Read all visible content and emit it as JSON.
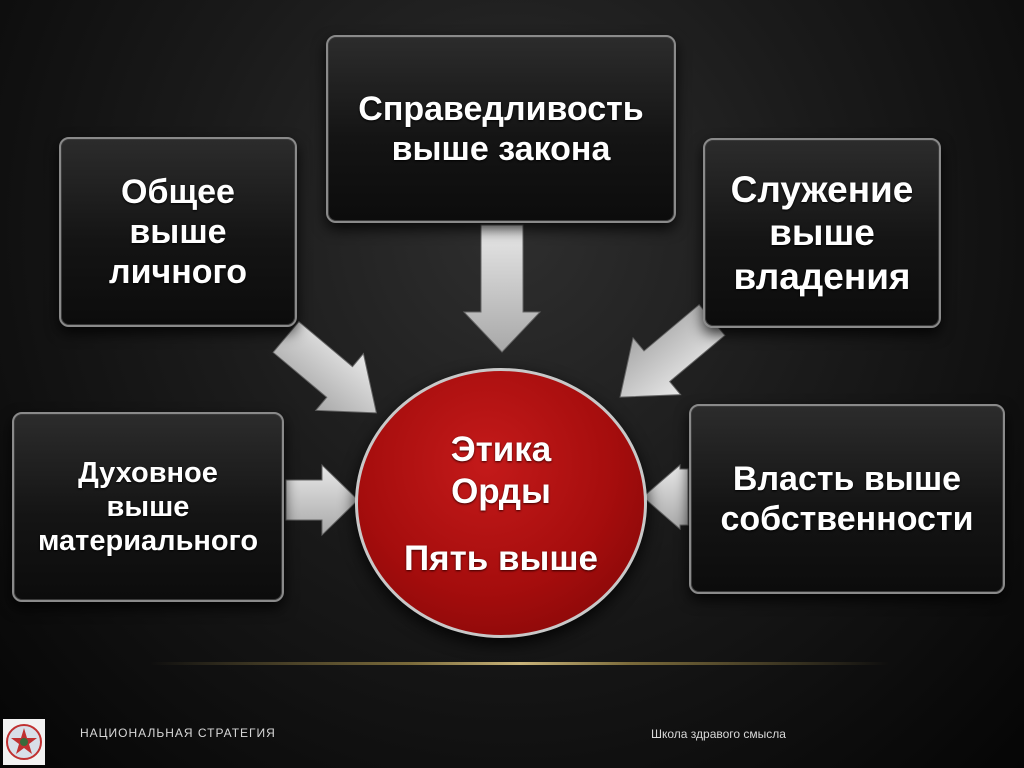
{
  "diagram": {
    "center": {
      "line1": "Этика",
      "line2": "Орды",
      "line3": "Пять выше"
    },
    "boxes": {
      "top": [
        "Справедливость",
        "выше закона"
      ],
      "top_left": [
        "Общее",
        "выше",
        "личного"
      ],
      "top_right": [
        "Служение",
        "выше",
        "владения"
      ],
      "mid_left": [
        "Духовное",
        "выше",
        "материального"
      ],
      "mid_right": [
        "Власть выше",
        "собственности"
      ]
    }
  },
  "footer": {
    "left": "НАЦИОНАЛЬНАЯ СТРАТЕГИЯ",
    "right": "Школа здравого смысла"
  },
  "colors": {
    "center_fill": "#a50d0d",
    "box_fill": "#141414",
    "arrow_fill": "#c8c8c8"
  },
  "icons": {
    "logo": "emblem-icon"
  }
}
